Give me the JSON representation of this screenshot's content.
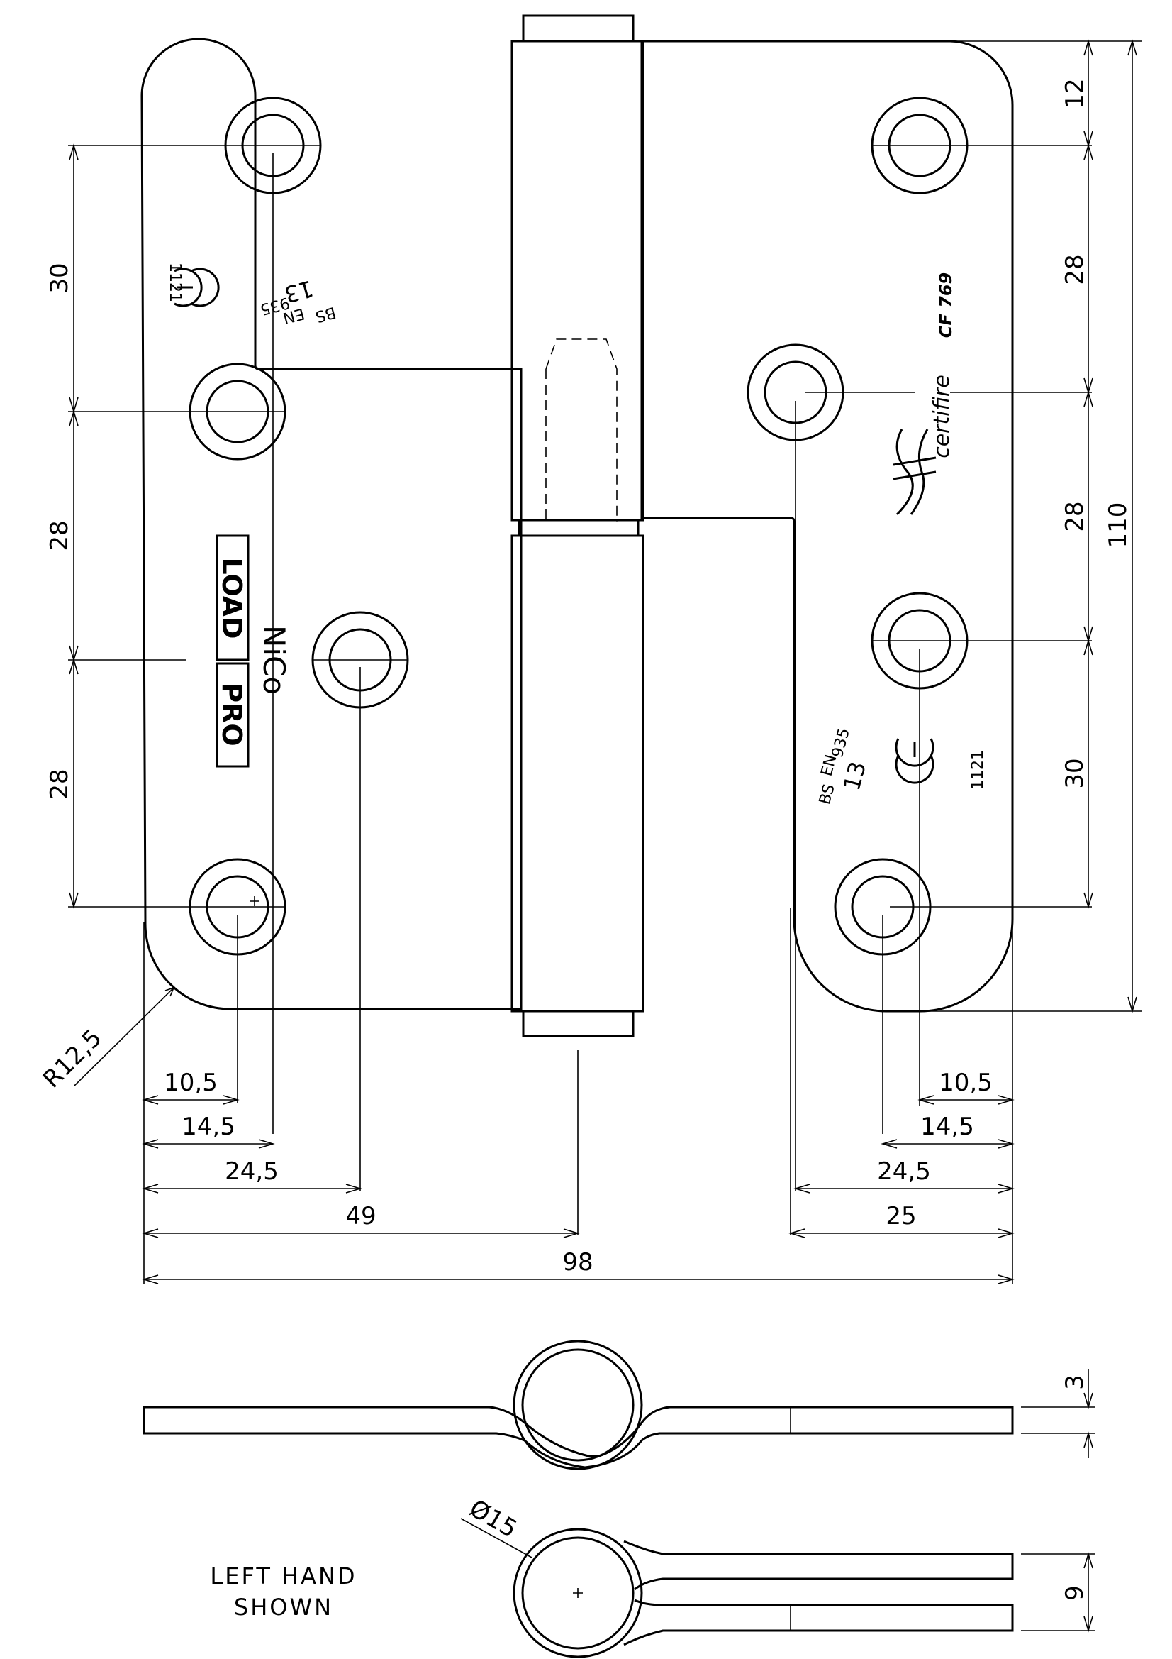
{
  "dimensions": {
    "top_row_12": "12",
    "right_28_upper": "28",
    "right_28_lower": "28",
    "right_30": "30",
    "overall_height": "110",
    "left_30": "30",
    "left_28_upper": "28",
    "left_28_lower": "28",
    "radius": "R12,5",
    "left_10_5": "10,5",
    "left_14_5": "14,5",
    "left_24_5": "24,5",
    "center_49": "49",
    "overall_width": "98",
    "right_10_5": "10,5",
    "right_14_5": "14,5",
    "right_24_5": "24,5",
    "right_25": "25",
    "thickness_3": "3",
    "knuckle_diameter": "Ø15",
    "folded_9": "9"
  },
  "markings": {
    "ce_left_number": "1121",
    "ce_right_number": "1121",
    "standard_prefix": "BS",
    "standard_en": "EN",
    "standard_number": "935",
    "standard_grade": "13",
    "cert_code": "CF 769",
    "cert_brand": "certifire"
  },
  "logo": {
    "brand": "NiCo",
    "product_line_1": "LOAD",
    "product_line_2": "PRO"
  },
  "note": {
    "line1": "LEFT HAND",
    "line2": "SHOWN"
  }
}
